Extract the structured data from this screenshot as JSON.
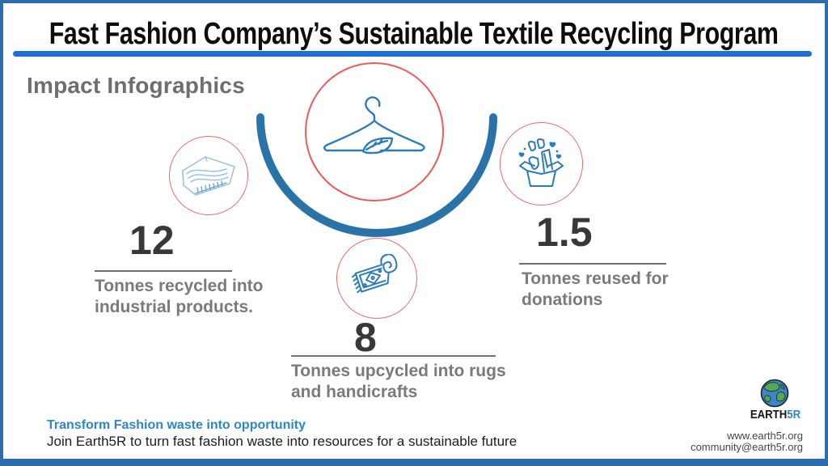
{
  "title": "Fast Fashion Company’s Sustainable Textile Recycling Program",
  "section_heading": "Impact Infographics",
  "stats": {
    "recycled": {
      "value": "12",
      "label": "Tonnes recycled into industrial products."
    },
    "upcycled": {
      "value": "8",
      "label": "Tonnes upcycled into rugs and handicrafts"
    },
    "reused": {
      "value": "1.5",
      "label": "Tonnes reused for donations"
    }
  },
  "icons": {
    "center": "hanger-leaf-icon",
    "recycled": "industrial-product-icon",
    "upcycled": "rug-icon",
    "reused": "donation-box-icon",
    "logo": "globe-icon"
  },
  "footer": {
    "cta_title": "Transform Fashion waste into opportunity",
    "cta_text": "Join Earth5R to turn fast fashion waste into resources for a sustainable future",
    "logo_earth": "EARTH",
    "logo_5r": "5R",
    "website": "www.earth5r.org",
    "email": "community@earth5r.org"
  },
  "colors": {
    "frame_border": "#2e6cb0",
    "title_underline": "#1b6fd6",
    "arc": "#2a73a9",
    "circle_outline": "#ec5a5a",
    "icon_line": "#2e7cb5",
    "icon_line_light": "#9dc2e2",
    "number_text": "#383838",
    "label_text": "#7a7a7a",
    "accent_blue": "#2e86c8"
  }
}
